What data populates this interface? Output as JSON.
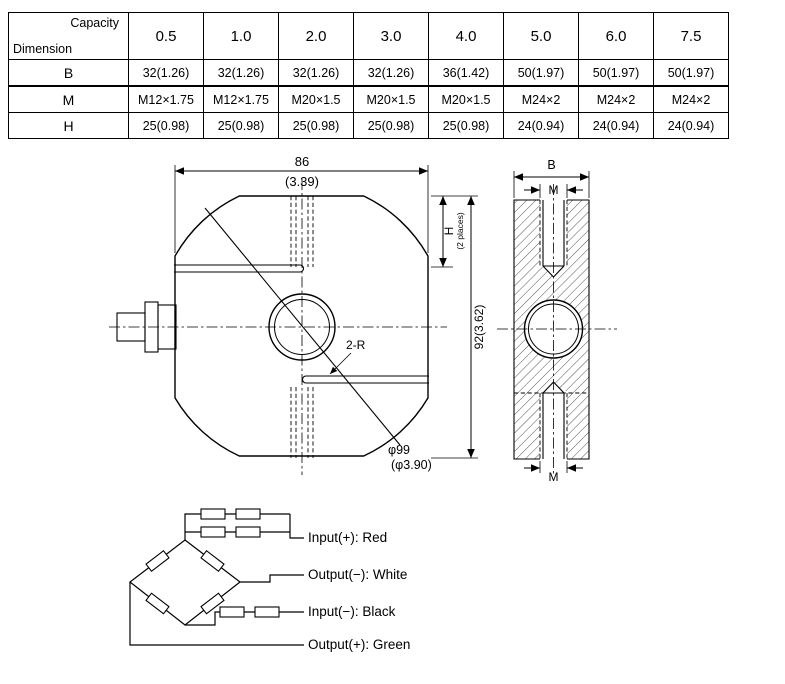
{
  "table": {
    "header": {
      "top_label": "Capacity",
      "bottom_label": "Dimension"
    },
    "capacities": [
      "0.5",
      "1.0",
      "2.0",
      "3.0",
      "4.0",
      "5.0",
      "6.0",
      "7.5"
    ],
    "rows": [
      {
        "label": "B",
        "values": [
          "32(1.26)",
          "32(1.26)",
          "32(1.26)",
          "32(1.26)",
          "36(1.42)",
          "50(1.97)",
          "50(1.97)",
          "50(1.97)"
        ]
      },
      {
        "label": "M",
        "values": [
          "M12×1.75",
          "M12×1.75",
          "M20×1.5",
          "M20×1.5",
          "M20×1.5",
          "M24×2",
          "M24×2",
          "M24×2"
        ]
      },
      {
        "label": "H",
        "values": [
          "25(0.98)",
          "25(0.98)",
          "25(0.98)",
          "25(0.98)",
          "25(0.98)",
          "24(0.94)",
          "24(0.94)",
          "24(0.94)"
        ]
      }
    ]
  },
  "front_view": {
    "width_mm": "86",
    "width_in": "(3.39)",
    "h_label": "H",
    "h_note": "(2 places)",
    "height_label": "92(3.62)",
    "slot_label": "2-R",
    "dia_mm": "φ99",
    "dia_in": "(φ3.90)"
  },
  "side_view": {
    "b_label": "B",
    "m_top": "M",
    "m_bottom": "M"
  },
  "wiring": {
    "labels": [
      "Input(+): Red",
      "Output(−): White",
      "Input(−): Black",
      "Output(+): Green"
    ]
  }
}
